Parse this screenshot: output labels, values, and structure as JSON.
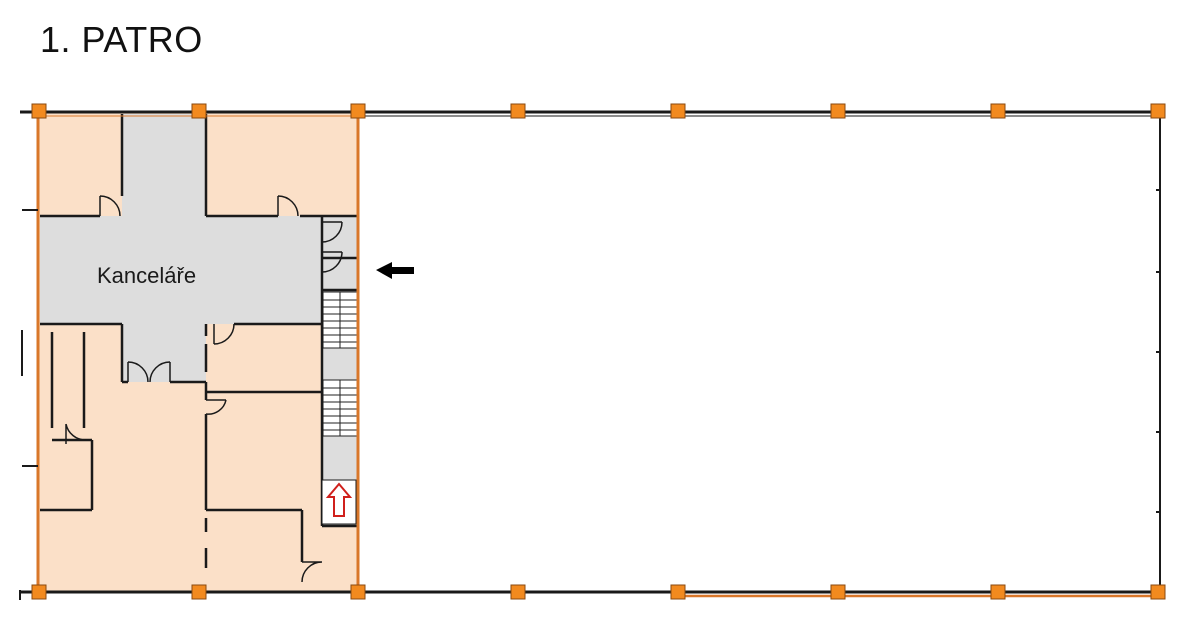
{
  "page": {
    "title": "1. PATRO"
  },
  "plan": {
    "rooms": [
      {
        "id": "offices",
        "label": "Kanceláře"
      }
    ],
    "markers": [
      {
        "id": "entrance-arrow",
        "icon": "arrow-left-icon",
        "color": "#000000"
      },
      {
        "id": "stair-up-arrow",
        "icon": "arrow-up-outline-icon",
        "color": "#d0201c"
      }
    ],
    "colors": {
      "office_area": "#fbe0c8",
      "corridor": "#dddddd",
      "wall": "#1a1a1a",
      "column": "#f28a1f",
      "column_stroke": "#8a4a10",
      "facade_line": "#d9772a"
    }
  }
}
